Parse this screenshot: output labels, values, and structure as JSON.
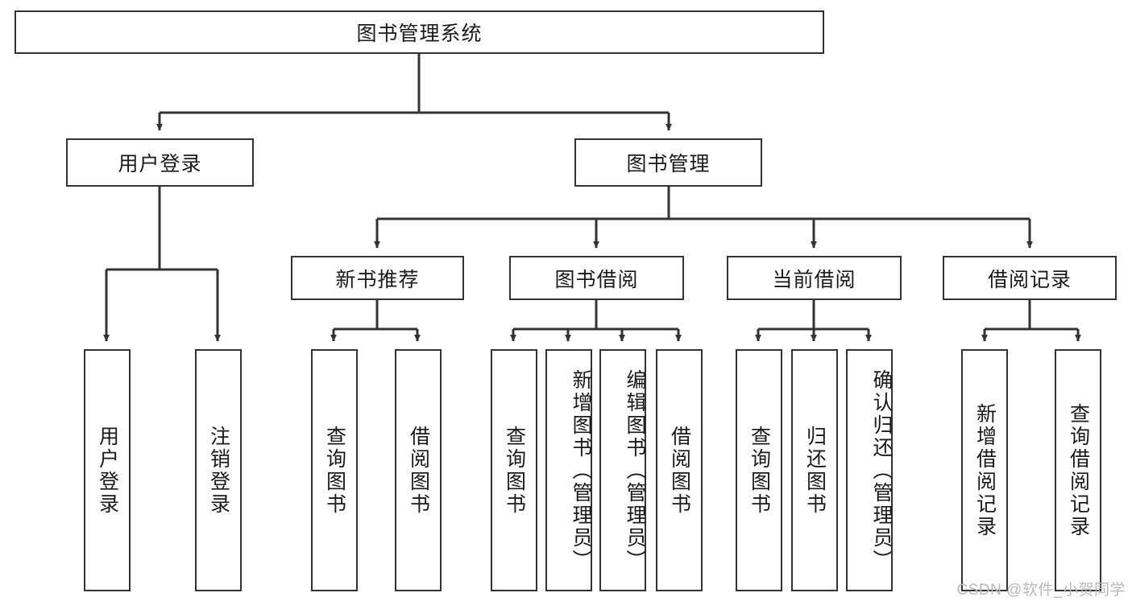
{
  "diagram": {
    "type": "hierarchy-tree",
    "title": "图书管理系统",
    "watermark": "CSDN @软件_小贺同学",
    "colors": {
      "stroke": "#333333",
      "fill": "#ffffff",
      "text": "#1a1a1a",
      "watermark": "#b9b9b9"
    },
    "nodes": {
      "root": {
        "label": "图书管理系统",
        "level": 1,
        "orientation": "horizontal"
      },
      "l2": [
        {
          "id": "user-login",
          "label": "用户登录",
          "level": 2,
          "orientation": "horizontal"
        },
        {
          "id": "book-manage",
          "label": "图书管理",
          "level": 2,
          "orientation": "horizontal"
        }
      ],
      "l3": [
        {
          "id": "new-book-rec",
          "label": "新书推荐",
          "level": 3,
          "orientation": "horizontal"
        },
        {
          "id": "book-borrow",
          "label": "图书借阅",
          "level": 3,
          "orientation": "horizontal"
        },
        {
          "id": "current-borrow",
          "label": "当前借阅",
          "level": 3,
          "orientation": "horizontal"
        },
        {
          "id": "borrow-record",
          "label": "借阅记录",
          "level": 3,
          "orientation": "horizontal"
        }
      ],
      "leaves": [
        {
          "id": "leaf-user-login",
          "label": "用户登录",
          "parent": "user-login",
          "orientation": "vertical"
        },
        {
          "id": "leaf-user-logout",
          "label": "注销登录",
          "parent": "user-login",
          "orientation": "vertical"
        },
        {
          "id": "leaf-query-book-1",
          "label": "查询图书",
          "parent": "new-book-rec",
          "orientation": "vertical"
        },
        {
          "id": "leaf-borrow-book-1",
          "label": "借阅图书",
          "parent": "new-book-rec",
          "orientation": "vertical"
        },
        {
          "id": "leaf-query-book-2",
          "label": "查询图书",
          "parent": "book-borrow",
          "orientation": "vertical"
        },
        {
          "id": "leaf-add-book",
          "label": "新增图书（管理员）",
          "parent": "book-borrow",
          "orientation": "vertical"
        },
        {
          "id": "leaf-edit-book",
          "label": "编辑图书（管理员）",
          "parent": "book-borrow",
          "orientation": "vertical"
        },
        {
          "id": "leaf-borrow-book-2",
          "label": "借阅图书",
          "parent": "book-borrow",
          "orientation": "vertical"
        },
        {
          "id": "leaf-query-book-3",
          "label": "查询图书",
          "parent": "current-borrow",
          "orientation": "vertical"
        },
        {
          "id": "leaf-return-book",
          "label": "归还图书",
          "parent": "current-borrow",
          "orientation": "vertical"
        },
        {
          "id": "leaf-confirm-return",
          "label": "确认归还（管理员）",
          "parent": "current-borrow",
          "orientation": "vertical"
        },
        {
          "id": "leaf-add-record",
          "label": "新增借阅记录",
          "parent": "borrow-record",
          "orientation": "vertical"
        },
        {
          "id": "leaf-query-record",
          "label": "查询借阅记录",
          "parent": "borrow-record",
          "orientation": "vertical"
        }
      ]
    },
    "edges": [
      {
        "from": "root",
        "to": "user-login"
      },
      {
        "from": "root",
        "to": "book-manage"
      },
      {
        "from": "book-manage",
        "to": "new-book-rec"
      },
      {
        "from": "book-manage",
        "to": "book-borrow"
      },
      {
        "from": "book-manage",
        "to": "current-borrow"
      },
      {
        "from": "book-manage",
        "to": "borrow-record"
      },
      {
        "from": "user-login",
        "to": "leaf-user-login"
      },
      {
        "from": "user-login",
        "to": "leaf-user-logout"
      },
      {
        "from": "new-book-rec",
        "to": "leaf-query-book-1"
      },
      {
        "from": "new-book-rec",
        "to": "leaf-borrow-book-1"
      },
      {
        "from": "book-borrow",
        "to": "leaf-query-book-2"
      },
      {
        "from": "book-borrow",
        "to": "leaf-add-book"
      },
      {
        "from": "book-borrow",
        "to": "leaf-edit-book"
      },
      {
        "from": "book-borrow",
        "to": "leaf-borrow-book-2"
      },
      {
        "from": "current-borrow",
        "to": "leaf-query-book-3"
      },
      {
        "from": "current-borrow",
        "to": "leaf-return-book"
      },
      {
        "from": "current-borrow",
        "to": "leaf-confirm-return"
      },
      {
        "from": "borrow-record",
        "to": "leaf-add-record"
      },
      {
        "from": "borrow-record",
        "to": "leaf-query-record"
      }
    ]
  }
}
